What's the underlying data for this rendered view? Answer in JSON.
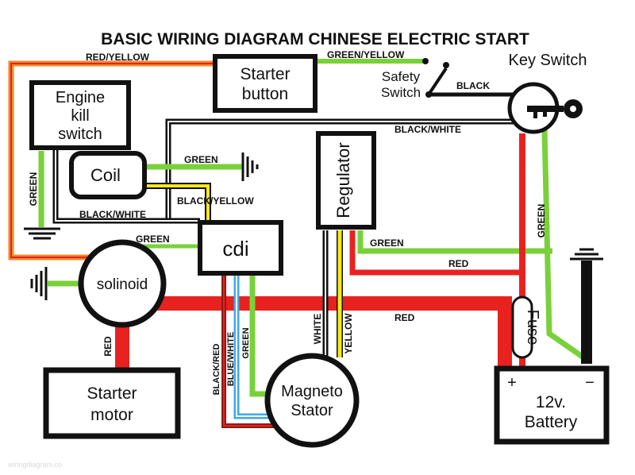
{
  "title": "BASIC WIRING DIAGRAM CHINESE ELECTRIC START",
  "components": {
    "starter_button": [
      "Starter",
      "button"
    ],
    "engine_kill_switch": [
      "Engine",
      "kill",
      "switch"
    ],
    "coil": "Coil",
    "cdi": "cdi",
    "regulator": "Regulator",
    "solenoid": "solinoid",
    "starter_motor": [
      "Starter",
      "motor"
    ],
    "magneto_stator": [
      "Magneto",
      "Stator"
    ],
    "key_switch": "Key Switch",
    "safety_switch": [
      "Safety",
      "Switch"
    ],
    "fuse": "Fuse",
    "battery": [
      "12v.",
      "Battery"
    ],
    "battery_plus": "+",
    "battery_minus": "−"
  },
  "wire_labels": {
    "red_yellow": "RED/YELLOW",
    "green_yellow": "GREEN/YELLOW",
    "black": "BLACK",
    "black_white_top": "BLACK/WHITE",
    "green_coil": "GREEN",
    "black_yellow": "BLACK/YELLOW",
    "green_kill": "GREEN",
    "black_white_mid": "BLACK/WHITE",
    "green_solenoid": "GREEN",
    "green_regulator": "GREEN",
    "red_regulator": "RED",
    "green_key": "GREEN",
    "red_main": "RED",
    "red_starter": "RED",
    "white": "WHITE",
    "yellow": "YELLOW",
    "black_red": "BLACK/RED",
    "blue_white": "BLUE/WHITE",
    "green_stator": "GREEN"
  },
  "watermark": "wiringdiagram.co",
  "colors": {
    "red": "#e8221f",
    "green": "#79d13a",
    "yellow": "#f3e81d",
    "orange": "#ec8a2a",
    "blue": "#3fa7ee",
    "black": "#111111"
  },
  "icons": [
    "ground-symbol",
    "key-icon"
  ]
}
